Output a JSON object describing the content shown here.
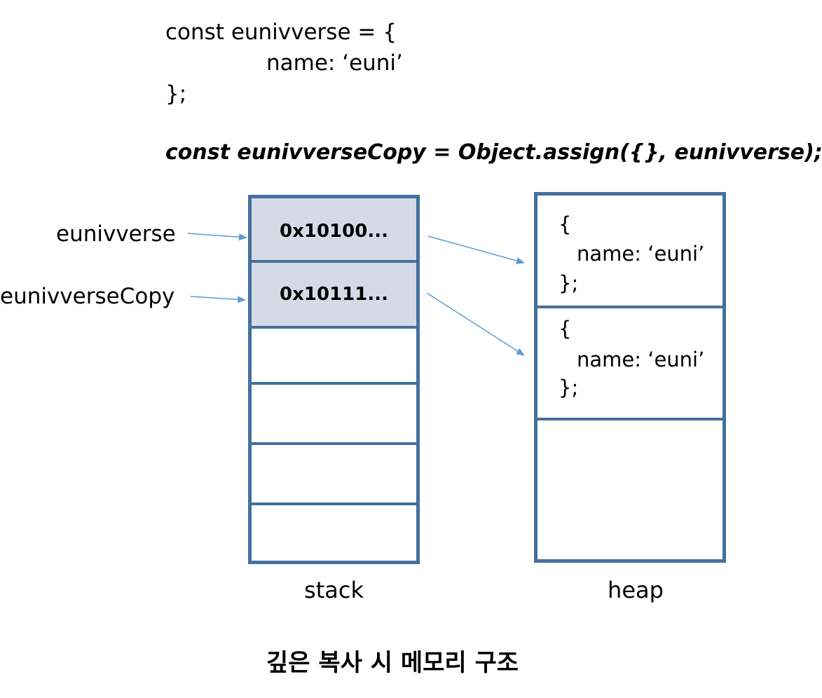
{
  "code": {
    "line1": "const eunivverse = {",
    "line2": "name: ‘euni’",
    "line3": "};",
    "copy_line": "const eunivverseCopy = Object.assign({}, eunivverse);"
  },
  "labels": {
    "var1": "eunivverse",
    "var2": "eunivverseCopy"
  },
  "stack": {
    "caption": "stack",
    "cells": [
      "0x10100...",
      "0x10111...",
      "",
      "",
      "",
      ""
    ]
  },
  "heap": {
    "caption": "heap",
    "objects": [
      {
        "open": "{",
        "body": "name: ‘euni’",
        "close": "};"
      },
      {
        "open": "{",
        "body": "name: ‘euni’",
        "close": "};"
      }
    ]
  },
  "title": "깊은 복사 시 메모리 구조",
  "colors": {
    "box_border": "#44709c",
    "filled_cell": "#d5dbe6",
    "arrow": "#5b9bd5"
  }
}
